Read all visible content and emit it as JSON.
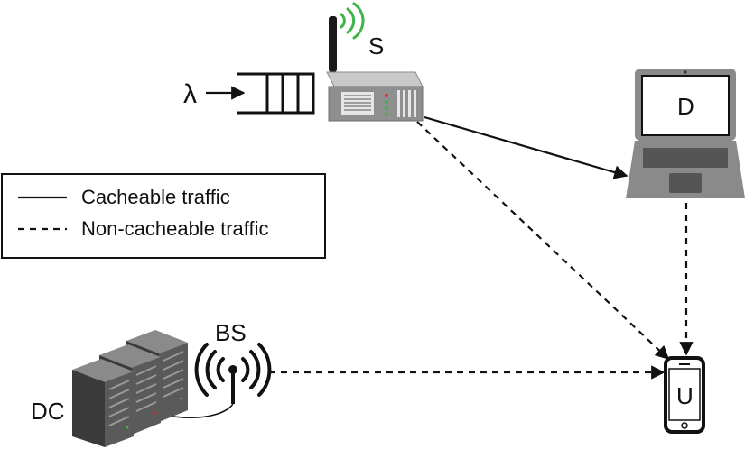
{
  "labels": {
    "lambda": "λ",
    "router": "S",
    "laptop": "D",
    "phone": "U",
    "base_station": "BS",
    "datacenter": "DC"
  },
  "legend": {
    "solid": "Cacheable traffic",
    "dashed": "Non-cacheable traffic"
  },
  "colors": {
    "signal_green": "#3db54a",
    "device_gray": "#8a8a8a",
    "dark": "#111111"
  },
  "icons": {
    "router": "wireless-router-icon",
    "laptop": "laptop-icon",
    "phone": "smartphone-icon",
    "base_station": "base-station-icon",
    "datacenter": "server-rack-icon",
    "queue": "queue-icon"
  }
}
